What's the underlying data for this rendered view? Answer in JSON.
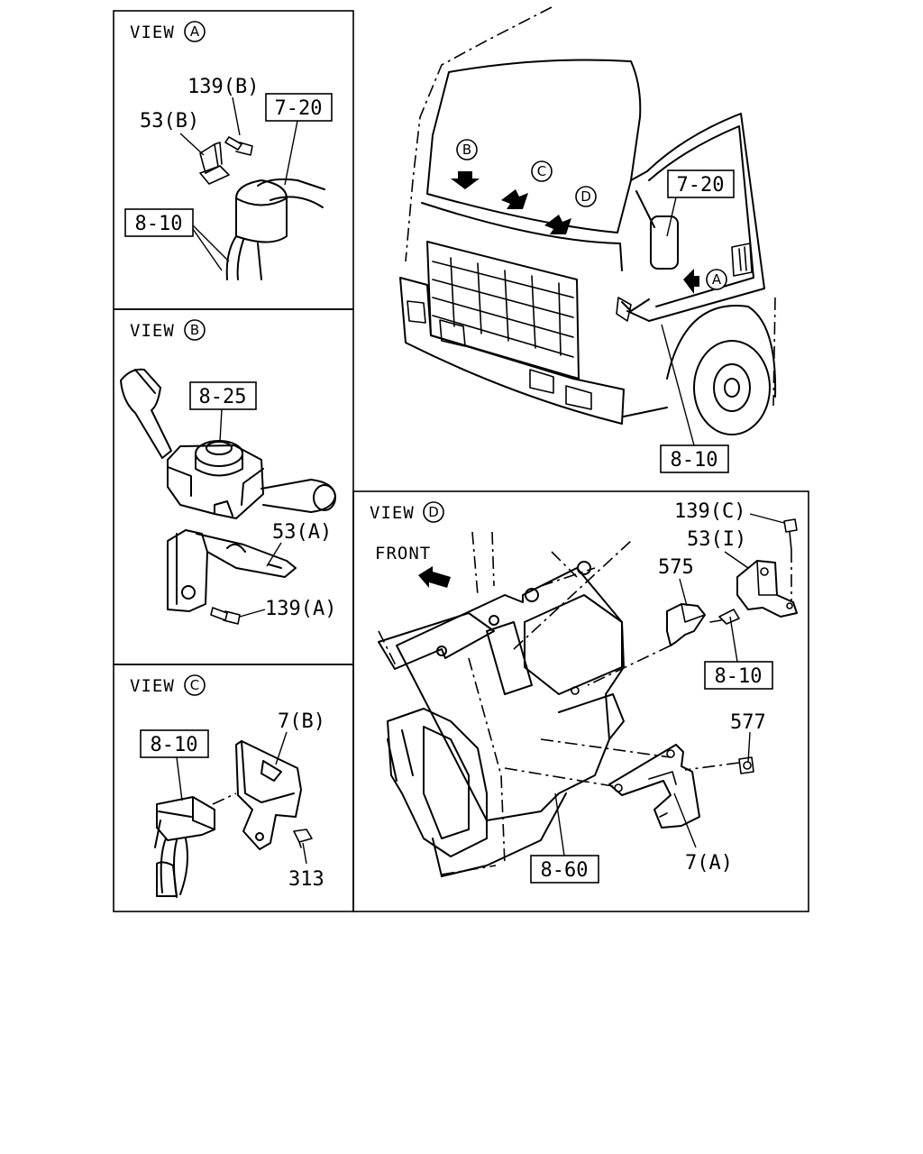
{
  "views": {
    "a": {
      "title": "VIEW",
      "letter": "A"
    },
    "b": {
      "title": "VIEW",
      "letter": "B"
    },
    "c": {
      "title": "VIEW",
      "letter": "C"
    },
    "d": {
      "title": "VIEW",
      "letter": "D"
    }
  },
  "callouts": {
    "a_139b": "139(B)",
    "a_53b": "53(B)",
    "a_720": "7-20",
    "a_810": "8-10",
    "b_825": "8-25",
    "b_53a": "53(A)",
    "b_139a": "139(A)",
    "c_810": "8-10",
    "c_7b": "7(B)",
    "c_313": "313",
    "cab_720": "7-20",
    "cab_810": "8-10",
    "cab_arrow_a": "A",
    "cab_arrow_b": "B",
    "cab_arrow_c": "C",
    "cab_arrow_d": "D",
    "d_front": "FRONT",
    "d_139c": "139(C)",
    "d_53i": "53(I)",
    "d_575": "575",
    "d_810": "8-10",
    "d_577": "577",
    "d_860": "8-60",
    "d_7a": "7(A)"
  },
  "style": {
    "line_color": "#000000",
    "background": "#ffffff"
  }
}
